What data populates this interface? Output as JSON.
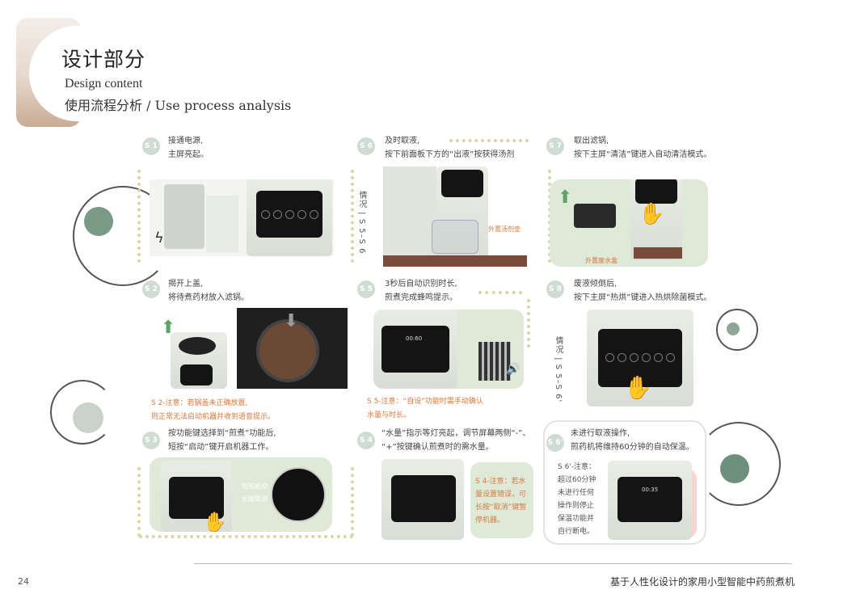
{
  "header": {
    "title_cn": "设计部分",
    "title_en": "Design content",
    "subtitle": "使用流程分析 / Use process analysis"
  },
  "steps": {
    "s1": {
      "badge": "S 1",
      "line1": "接通电源,",
      "line2": "主屏亮起。"
    },
    "s2": {
      "badge": "S 2",
      "line1": "揭开上盖,",
      "line2": "将待煮药材放入滤锅。",
      "note1": "S 2-注意：若锅盖未正确放置,",
      "note2": "则正常无法启动机器并收到语音提示。"
    },
    "s3": {
      "badge": "S 3",
      "line1": "按功能键选择到“煎煮”功能后,",
      "line2": "短按“启动”键开启机器工作。",
      "overlay1": "短按启动",
      "overlay2": "长按取消"
    },
    "s4": {
      "badge": "S 4",
      "line1": "“水量”指示等灯亮起，调节屏幕两侧“-”、",
      "line2": "“+”按键确认煎煮时的需水量。",
      "note": [
        "S 4-注意：若水",
        "量设置错误，可",
        "长按“取消”键暂",
        "停机器。"
      ]
    },
    "s5": {
      "badge": "S 5",
      "line1": "3秒后自动识别时长,",
      "line2": "煎煮完成蜂鸣提示。",
      "note1": "S 5-注意：“自设”功能时需手动确认",
      "note2": "水量与时长。"
    },
    "s6": {
      "badge": "S 6",
      "line1": "及时取液,",
      "line2": "按下前面板下方的“出液”按获得汤剂",
      "tag": "外置汤剂壶"
    },
    "s6p": {
      "badge": "S 6'",
      "line1": "未进行取液操作,",
      "line2": "煎药机将维持60分钟的自动保温。",
      "note": [
        "S 6'-注意：",
        "超过60分钟",
        "未进行任何",
        "操作则停止",
        "保温功能并",
        "自行断电。"
      ]
    },
    "s7": {
      "badge": "S 7",
      "line1": "取出滤锅,",
      "line2": "按下主屏“清洁”键进入自动清洁模式。",
      "tag": "外置废水盒"
    },
    "s8": {
      "badge": "S 8",
      "line1": "废液倾倒后,",
      "line2": "按下主屏“热烘”键进入热烘除菌模式。"
    }
  },
  "side_labels": {
    "case1": "情况 | S 5–S 6",
    "case2": "情况 | S 5–S 6'"
  },
  "screen_readouts": {
    "s5": "00:60",
    "s6p": "00:35"
  },
  "footer": {
    "page_number": "24",
    "text": "基于人性化设计的家用小型智能中药煎煮机"
  },
  "colors": {
    "accent_green": "#7a9a86",
    "note_orange": "#d9783a",
    "badge_green": "#cfdcd3",
    "dots": "#d9d6a8"
  }
}
